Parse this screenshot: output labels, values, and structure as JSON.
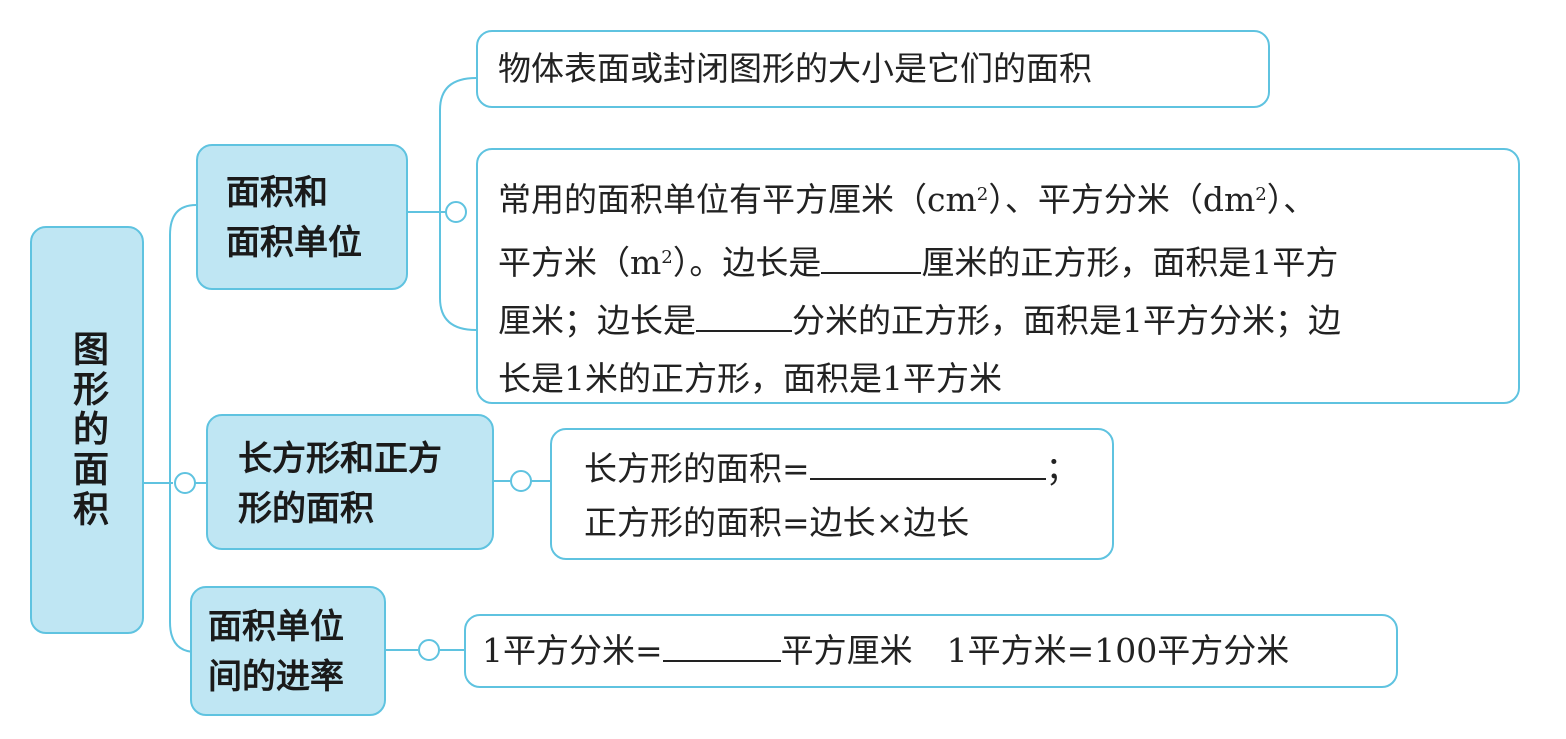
{
  "root": {
    "label": "图形的面积"
  },
  "branches": [
    {
      "label_lines": [
        "面积和",
        "面积单位"
      ],
      "leaves": [
        {
          "text": "物体表面或封闭图形的大小是它们的面积"
        },
        {
          "line1_a": "常用的面积单位有平方厘米（cm",
          "line1_sup1": "2",
          "line1_b": "）、平方分米（dm",
          "line1_sup2": "2",
          "line1_c": "）、",
          "line2_a": "平方米（m",
          "line2_sup": "2",
          "line2_b": "）。边长是",
          "line2_c": "厘米的正方形，面积是1平方",
          "line3_a": "厘米；边长是",
          "line3_b": "分米的正方形，面积是1平方分米；边",
          "line4": "长是1米的正方形，面积是1平方米"
        }
      ]
    },
    {
      "label_lines": [
        "长方形和正方",
        "形的面积"
      ],
      "leaves": [
        {
          "line1_a": "长方形的面积=",
          "line1_b": "；",
          "line2": "正方形的面积=边长×边长"
        }
      ]
    },
    {
      "label_lines": [
        "面积单位",
        "间的进率"
      ],
      "leaves": [
        {
          "part_a": "1平方分米=",
          "part_b": "平方厘米",
          "part_c": "1平方米=100平方分米"
        }
      ]
    }
  ],
  "colors": {
    "border": "#5fc3e0",
    "fill": "#bfe6f3",
    "line": "#5fc3e0"
  }
}
